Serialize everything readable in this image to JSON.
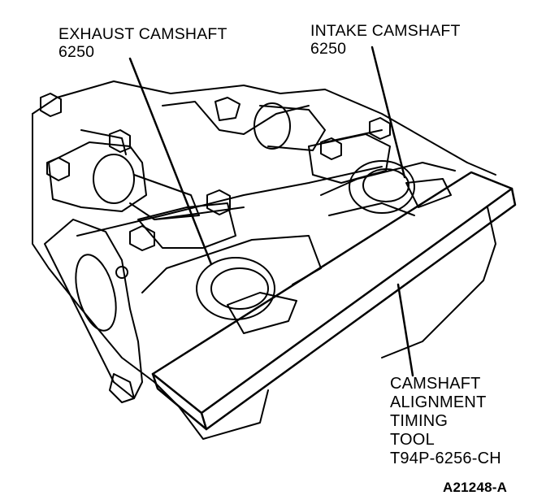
{
  "labels": {
    "exhaust_camshaft": {
      "name": "EXHAUST CAMSHAFT",
      "part_number": "6250"
    },
    "intake_camshaft": {
      "name": "INTAKE CAMSHAFT",
      "part_number": "6250"
    },
    "alignment_tool": {
      "line1": "CAMSHAFT",
      "line2": "ALIGNMENT",
      "line3": "TIMING",
      "line4": "TOOL",
      "line5": "T94P-6256-CH"
    }
  },
  "figure_id": "A21248-A",
  "colors": {
    "ink": "#000000",
    "paper": "#ffffff"
  }
}
